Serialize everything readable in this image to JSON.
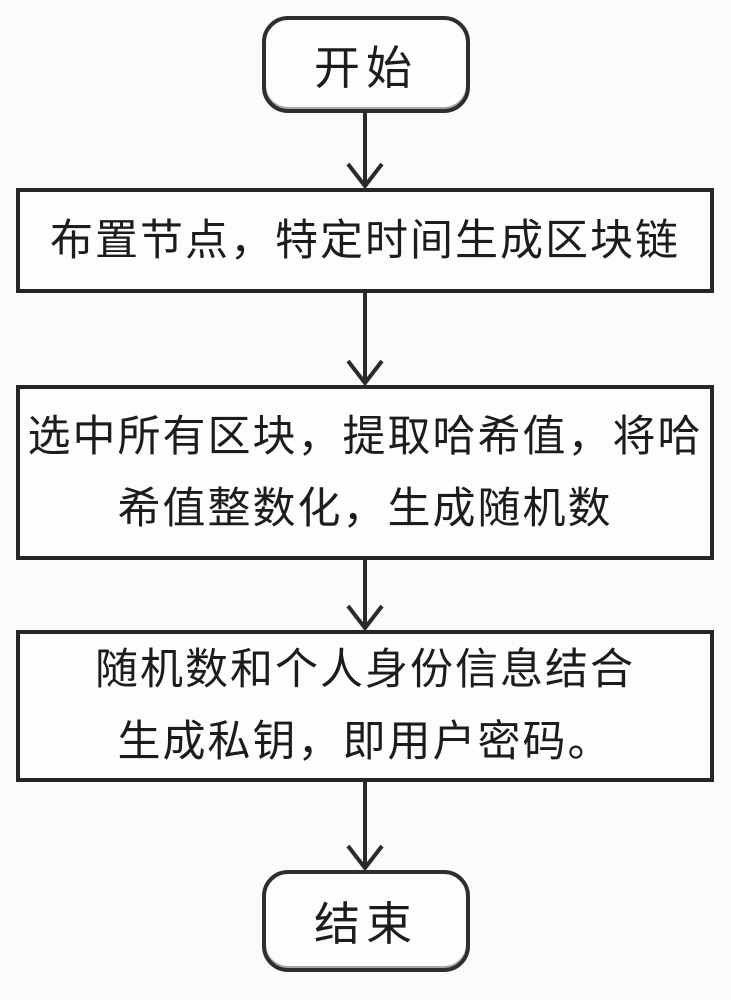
{
  "diagram": {
    "type": "flowchart",
    "direction": "top-down",
    "colors": {
      "stroke": "#2a2a2a",
      "node_border": "#2e2e2e",
      "node_fill": "#fdfdfd",
      "background": "#fbfbfb",
      "text": "#1c1c1c"
    },
    "nodes": [
      {
        "id": "start",
        "shape": "terminator",
        "text": "开始",
        "lines": [
          "开始"
        ]
      },
      {
        "id": "deploy-nodes",
        "shape": "process",
        "text": "布置节点，特定时间生成区块链",
        "lines": [
          "布置节点，特定时间生成区块链"
        ]
      },
      {
        "id": "extract-hash",
        "shape": "process",
        "text": "选中所有区块，提取哈希值，将哈希值整数化，生成随机数",
        "lines": [
          "选中所有区块，提取哈希值，将哈",
          "希值整数化，生成随机数"
        ]
      },
      {
        "id": "generate-key",
        "shape": "process",
        "text": "随机数和个人身份信息结合生成私钥，即用户密码。",
        "lines": [
          "随机数和个人身份信息结合",
          "生成私钥，即用户密码。"
        ]
      },
      {
        "id": "end",
        "shape": "terminator",
        "text": "结束",
        "lines": [
          "结束"
        ]
      }
    ],
    "edges": [
      {
        "from": "start",
        "to": "deploy-nodes"
      },
      {
        "from": "deploy-nodes",
        "to": "extract-hash"
      },
      {
        "from": "extract-hash",
        "to": "generate-key"
      },
      {
        "from": "generate-key",
        "to": "end"
      }
    ]
  }
}
